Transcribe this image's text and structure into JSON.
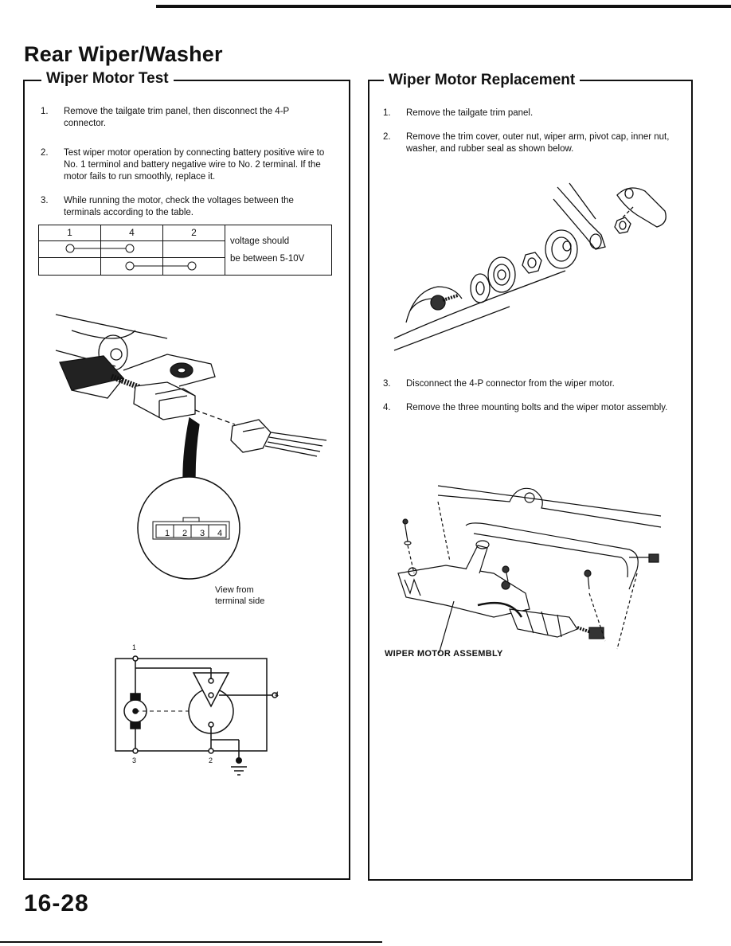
{
  "page": {
    "title": "Rear Wiper/Washer",
    "page_number": "16-28"
  },
  "left_section": {
    "heading": "Wiper Motor Test",
    "steps": [
      {
        "num": "1.",
        "text": "Remove the tailgate trim panel, then disconnect the 4-P connector."
      },
      {
        "num": "2.",
        "text": "Test wiper motor operation by connecting battery positive wire to No. 1 terminol and battery negative wire to No. 2 terminal. If the motor fails to run smoothly, replace it."
      },
      {
        "num": "3.",
        "text": "While running the motor, check the voltages between the terminals according to the table."
      }
    ],
    "table": {
      "headers": [
        "1",
        "4",
        "2"
      ],
      "note_line1": "voltage should",
      "note_line2": "be between 5-10V"
    },
    "connector_terminals": [
      "1",
      "2",
      "3",
      "4"
    ],
    "view_caption_line1": "View from",
    "view_caption_line2": "terminal side",
    "schematic_labels": {
      "t1": "1",
      "t2": "2",
      "t3": "3",
      "t4": "4"
    }
  },
  "right_section": {
    "heading": "Wiper Motor Replacement",
    "steps": [
      {
        "num": "1.",
        "text": "Remove the tailgate trim panel."
      },
      {
        "num": "2.",
        "text": "Remove the trim cover, outer nut, wiper arm, pivot cap, inner nut, washer, and rubber seal as shown below."
      },
      {
        "num": "3.",
        "text": "Disconnect the 4-P connector from the wiper motor."
      },
      {
        "num": "4.",
        "text": "Remove the three mounting bolts and the wiper motor assembly."
      }
    ],
    "assembly_caption": "WIPER MOTOR ASSEMBLY"
  }
}
